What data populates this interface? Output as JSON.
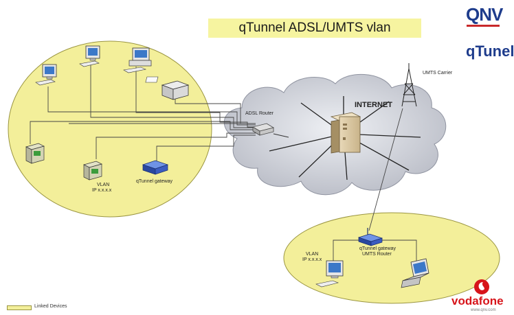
{
  "title": "qTunnel ADSL/UMTS vlan",
  "logos": {
    "top": "QNV",
    "bottom": "qTunel",
    "vodafone": "vodafone",
    "vodafone_url": "www.qnv.com"
  },
  "labels": {
    "adsl_router": "ADSL Router",
    "internet": "INTERNET",
    "umts_carrier": "UMTS Carrier",
    "vlan_left": "VLAN",
    "ip_left": "IP x.x.x.x",
    "gateway_left": "qTunnel gateway",
    "vlan_right": "VLAN",
    "ip_right": "IP x.x.x.x",
    "gateway_right_1": "qTunnel gateway",
    "gateway_right_2": "UMTS Router"
  },
  "legend": {
    "label": "Linked Devices"
  },
  "colors": {
    "ellipse_fill": "#f3ef9a",
    "title_bg": "#f6f4a0",
    "cloud_fill": "#c9ccd4",
    "vodafone_red": "#d7141a",
    "qnv_blue": "#1e3c8c"
  }
}
